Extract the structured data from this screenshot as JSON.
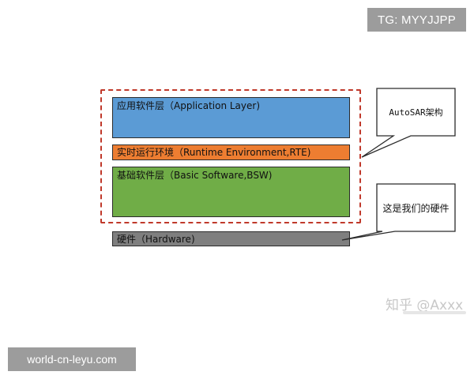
{
  "watermarks": {
    "tg": "TG: MYYJJPP",
    "zhihu": "知乎 @Axxx",
    "site": "world-cn-leyu.com"
  },
  "layers": {
    "application": "应用软件层（Application Layer)",
    "rte": "实时运行环境（Runtime Environment,RTE)",
    "bsw": "基础软件层（Basic Software,BSW)",
    "hardware": "硬件（Hardware)"
  },
  "callouts": {
    "autosar": "AutoSAR架构",
    "hardware_note": "这是我们的硬件"
  },
  "colors": {
    "application": "#5b9bd5",
    "rte": "#ed7d31",
    "bsw": "#70ad47",
    "hardware": "#7f7f7f",
    "frame": "#c0392b"
  }
}
